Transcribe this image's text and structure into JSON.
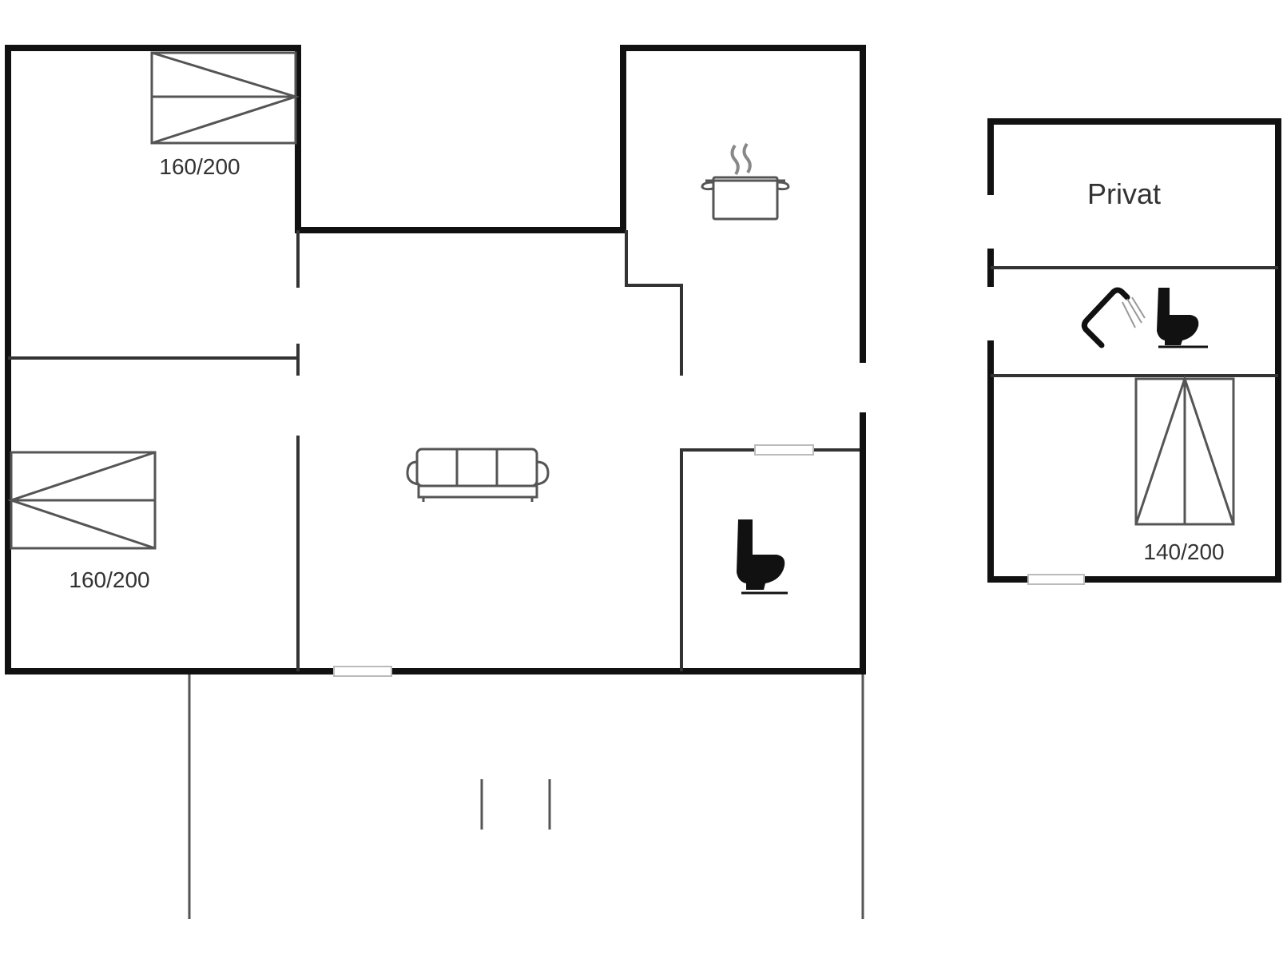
{
  "labels": {
    "bed_top_left": "160/200",
    "bed_bottom_left": "160/200",
    "bed_annex": "140/200",
    "annex_room": "Privat"
  },
  "icons": {
    "kitchen": "cooking-pot-icon",
    "sofa": "sofa-icon",
    "toilet_main": "toilet-icon",
    "toilet_annex": "toilet-icon",
    "shower_annex": "shower-icon"
  },
  "colors": {
    "wall": "#111111",
    "background": "#ffffff"
  }
}
